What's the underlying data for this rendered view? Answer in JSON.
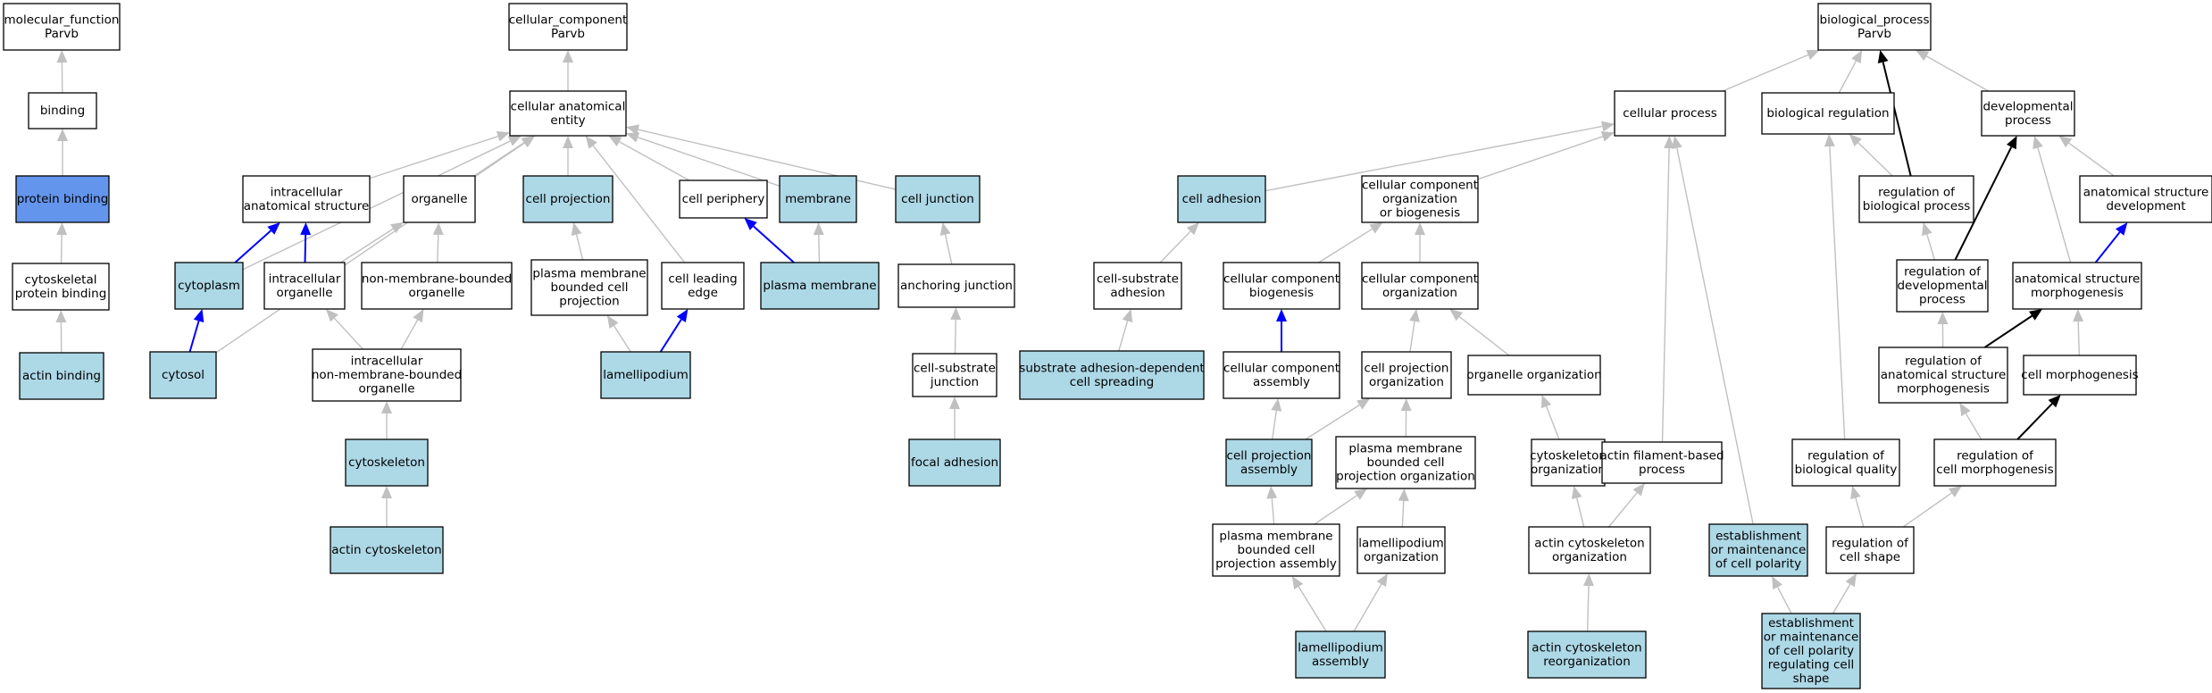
{
  "colors": {
    "edge_gray": "#c0c0c0",
    "edge_blue": "#0000ff",
    "edge_black": "#000000",
    "fill_plain": "#ffffff",
    "fill_light": "#add8e6",
    "fill_highlight": "#6495ed",
    "stroke": "#000000"
  },
  "nodes": [
    {
      "id": "mf_root",
      "lines": [
        "molecular_function",
        "Parvb"
      ],
      "fill": "plain"
    },
    {
      "id": "binding",
      "lines": [
        "binding"
      ],
      "fill": "plain"
    },
    {
      "id": "protein_binding",
      "lines": [
        "protein binding"
      ],
      "fill": "highlight"
    },
    {
      "id": "cytoskeletal_protein_binding",
      "lines": [
        "cytoskeletal",
        "protein binding"
      ],
      "fill": "plain"
    },
    {
      "id": "actin_binding",
      "lines": [
        "actin binding"
      ],
      "fill": "light"
    },
    {
      "id": "cc_root",
      "lines": [
        "cellular_component",
        "Parvb"
      ],
      "fill": "plain"
    },
    {
      "id": "cellular_anatomical_entity",
      "lines": [
        "cellular anatomical",
        "entity"
      ],
      "fill": "plain"
    },
    {
      "id": "intracellular_anatomical_structure",
      "lines": [
        "intracellular",
        "anatomical structure"
      ],
      "fill": "plain"
    },
    {
      "id": "organelle",
      "lines": [
        "organelle"
      ],
      "fill": "plain"
    },
    {
      "id": "cell_projection",
      "lines": [
        "cell projection"
      ],
      "fill": "light"
    },
    {
      "id": "cell_periphery",
      "lines": [
        "cell periphery"
      ],
      "fill": "plain"
    },
    {
      "id": "membrane",
      "lines": [
        "membrane"
      ],
      "fill": "light"
    },
    {
      "id": "cell_junction",
      "lines": [
        "cell junction"
      ],
      "fill": "light"
    },
    {
      "id": "cytoplasm",
      "lines": [
        "cytoplasm"
      ],
      "fill": "light"
    },
    {
      "id": "intracellular_organelle",
      "lines": [
        "intracellular",
        "organelle"
      ],
      "fill": "plain"
    },
    {
      "id": "non_membrane_bounded_organelle",
      "lines": [
        "non-membrane-bounded",
        "organelle"
      ],
      "fill": "plain"
    },
    {
      "id": "pm_bounded_cell_projection",
      "lines": [
        "plasma membrane",
        "bounded cell",
        "projection"
      ],
      "fill": "plain"
    },
    {
      "id": "cell_leading_edge",
      "lines": [
        "cell leading",
        "edge"
      ],
      "fill": "plain"
    },
    {
      "id": "plasma_membrane",
      "lines": [
        "plasma membrane"
      ],
      "fill": "light"
    },
    {
      "id": "anchoring_junction",
      "lines": [
        "anchoring junction"
      ],
      "fill": "plain"
    },
    {
      "id": "cytosol",
      "lines": [
        "cytosol"
      ],
      "fill": "light"
    },
    {
      "id": "intracellular_nmb_organelle",
      "lines": [
        "intracellular",
        "non-membrane-bounded",
        "organelle"
      ],
      "fill": "plain"
    },
    {
      "id": "lamellipodium",
      "lines": [
        "lamellipodium"
      ],
      "fill": "light"
    },
    {
      "id": "cell_substrate_junction",
      "lines": [
        "cell-substrate",
        "junction"
      ],
      "fill": "plain"
    },
    {
      "id": "cytoskeleton",
      "lines": [
        "cytoskeleton"
      ],
      "fill": "light"
    },
    {
      "id": "focal_adhesion",
      "lines": [
        "focal adhesion"
      ],
      "fill": "light"
    },
    {
      "id": "actin_cytoskeleton",
      "lines": [
        "actin cytoskeleton"
      ],
      "fill": "light"
    },
    {
      "id": "bp_root",
      "lines": [
        "biological_process",
        "Parvb"
      ],
      "fill": "plain"
    },
    {
      "id": "cellular_process",
      "lines": [
        "cellular process"
      ],
      "fill": "plain"
    },
    {
      "id": "biological_regulation",
      "lines": [
        "biological regulation"
      ],
      "fill": "plain"
    },
    {
      "id": "developmental_process",
      "lines": [
        "developmental",
        "process"
      ],
      "fill": "plain"
    },
    {
      "id": "cell_adhesion",
      "lines": [
        "cell adhesion"
      ],
      "fill": "light"
    },
    {
      "id": "cc_org_or_biogenesis",
      "lines": [
        "cellular component",
        "organization",
        "or biogenesis"
      ],
      "fill": "plain"
    },
    {
      "id": "reg_biological_process",
      "lines": [
        "regulation of",
        "biological process"
      ],
      "fill": "plain"
    },
    {
      "id": "anatomical_structure_development",
      "lines": [
        "anatomical structure",
        "development"
      ],
      "fill": "plain"
    },
    {
      "id": "cell_substrate_adhesion",
      "lines": [
        "cell-substrate",
        "adhesion"
      ],
      "fill": "plain"
    },
    {
      "id": "cc_biogenesis",
      "lines": [
        "cellular component",
        "biogenesis"
      ],
      "fill": "plain"
    },
    {
      "id": "cc_organization",
      "lines": [
        "cellular component",
        "organization"
      ],
      "fill": "plain"
    },
    {
      "id": "reg_developmental_process",
      "lines": [
        "regulation of",
        "developmental",
        "process"
      ],
      "fill": "plain"
    },
    {
      "id": "anatomical_structure_morphogenesis",
      "lines": [
        "anatomical structure",
        "morphogenesis"
      ],
      "fill": "plain"
    },
    {
      "id": "substrate_adhesion_dependent_spreading",
      "lines": [
        "substrate adhesion-dependent",
        "cell spreading"
      ],
      "fill": "light"
    },
    {
      "id": "cc_assembly",
      "lines": [
        "cellular component",
        "assembly"
      ],
      "fill": "plain"
    },
    {
      "id": "cell_projection_organization",
      "lines": [
        "cell projection",
        "organization"
      ],
      "fill": "plain"
    },
    {
      "id": "organelle_organization",
      "lines": [
        "organelle organization"
      ],
      "fill": "plain"
    },
    {
      "id": "reg_anatomical_structure_morphogenesis",
      "lines": [
        "regulation of",
        "anatomical structure",
        "morphogenesis"
      ],
      "fill": "plain"
    },
    {
      "id": "cell_morphogenesis",
      "lines": [
        "cell morphogenesis"
      ],
      "fill": "plain"
    },
    {
      "id": "cell_projection_assembly",
      "lines": [
        "cell projection",
        "assembly"
      ],
      "fill": "light"
    },
    {
      "id": "pm_bounded_cp_organization",
      "lines": [
        "plasma membrane",
        "bounded cell",
        "projection organization"
      ],
      "fill": "plain"
    },
    {
      "id": "cytoskeleton_organization",
      "lines": [
        "cytoskeleton",
        "organization"
      ],
      "fill": "plain"
    },
    {
      "id": "actin_filament_based_process",
      "lines": [
        "actin filament-based",
        "process"
      ],
      "fill": "plain"
    },
    {
      "id": "reg_biological_quality",
      "lines": [
        "regulation of",
        "biological quality"
      ],
      "fill": "plain"
    },
    {
      "id": "reg_cell_morphogenesis",
      "lines": [
        "regulation of",
        "cell morphogenesis"
      ],
      "fill": "plain"
    },
    {
      "id": "pm_bounded_cp_assembly",
      "lines": [
        "plasma membrane",
        "bounded cell",
        "projection assembly"
      ],
      "fill": "plain"
    },
    {
      "id": "lamellipodium_organization",
      "lines": [
        "lamellipodium",
        "organization"
      ],
      "fill": "plain"
    },
    {
      "id": "actin_cytoskeleton_organization",
      "lines": [
        "actin cytoskeleton",
        "organization"
      ],
      "fill": "plain"
    },
    {
      "id": "est_cell_polarity",
      "lines": [
        "establishment",
        "or maintenance",
        "of cell polarity"
      ],
      "fill": "light"
    },
    {
      "id": "reg_cell_shape",
      "lines": [
        "regulation of",
        "cell shape"
      ],
      "fill": "plain"
    },
    {
      "id": "lamellipodium_assembly",
      "lines": [
        "lamellipodium",
        "assembly"
      ],
      "fill": "light"
    },
    {
      "id": "actin_cytoskeleton_reorganization",
      "lines": [
        "actin cytoskeleton",
        "reorganization"
      ],
      "fill": "light"
    },
    {
      "id": "est_cell_polarity_shape",
      "lines": [
        "establishment",
        "or maintenance",
        "of cell polarity",
        "regulating cell",
        "shape"
      ],
      "fill": "light"
    }
  ],
  "edges": [
    {
      "from": "binding",
      "to": "mf_root",
      "color": "gray"
    },
    {
      "from": "protein_binding",
      "to": "binding",
      "color": "gray"
    },
    {
      "from": "cytoskeletal_protein_binding",
      "to": "protein_binding",
      "color": "gray"
    },
    {
      "from": "actin_binding",
      "to": "cytoskeletal_protein_binding",
      "color": "gray"
    },
    {
      "from": "cellular_anatomical_entity",
      "to": "cc_root",
      "color": "gray"
    },
    {
      "from": "intracellular_anatomical_structure",
      "to": "cellular_anatomical_entity",
      "color": "gray"
    },
    {
      "from": "organelle",
      "to": "cellular_anatomical_entity",
      "color": "gray"
    },
    {
      "from": "cell_projection",
      "to": "cellular_anatomical_entity",
      "color": "gray"
    },
    {
      "from": "cell_periphery",
      "to": "cellular_anatomical_entity",
      "color": "gray"
    },
    {
      "from": "membrane",
      "to": "cellular_anatomical_entity",
      "color": "gray"
    },
    {
      "from": "cell_junction",
      "to": "cellular_anatomical_entity",
      "color": "gray"
    },
    {
      "from": "cytoplasm",
      "to": "cellular_anatomical_entity",
      "color": "gray"
    },
    {
      "from": "cytosol",
      "to": "cellular_anatomical_entity",
      "color": "gray"
    },
    {
      "from": "cell_leading_edge",
      "to": "cellular_anatomical_entity",
      "color": "gray"
    },
    {
      "from": "cytoplasm",
      "to": "intracellular_anatomical_structure",
      "color": "blue"
    },
    {
      "from": "intracellular_organelle",
      "to": "intracellular_anatomical_structure",
      "color": "blue"
    },
    {
      "from": "intracellular_organelle",
      "to": "organelle",
      "color": "gray"
    },
    {
      "from": "non_membrane_bounded_organelle",
      "to": "organelle",
      "color": "gray"
    },
    {
      "from": "pm_bounded_cell_projection",
      "to": "cell_projection",
      "color": "gray"
    },
    {
      "from": "plasma_membrane",
      "to": "cell_periphery",
      "color": "blue"
    },
    {
      "from": "plasma_membrane",
      "to": "membrane",
      "color": "gray"
    },
    {
      "from": "anchoring_junction",
      "to": "cell_junction",
      "color": "gray"
    },
    {
      "from": "cytosol",
      "to": "cytoplasm",
      "color": "blue"
    },
    {
      "from": "intracellular_nmb_organelle",
      "to": "intracellular_organelle",
      "color": "gray"
    },
    {
      "from": "intracellular_nmb_organelle",
      "to": "non_membrane_bounded_organelle",
      "color": "gray"
    },
    {
      "from": "lamellipodium",
      "to": "pm_bounded_cell_projection",
      "color": "gray"
    },
    {
      "from": "lamellipodium",
      "to": "cell_leading_edge",
      "color": "blue"
    },
    {
      "from": "cell_substrate_junction",
      "to": "anchoring_junction",
      "color": "gray"
    },
    {
      "from": "cytoskeleton",
      "to": "intracellular_nmb_organelle",
      "color": "gray"
    },
    {
      "from": "focal_adhesion",
      "to": "cell_substrate_junction",
      "color": "gray"
    },
    {
      "from": "actin_cytoskeleton",
      "to": "cytoskeleton",
      "color": "gray"
    },
    {
      "from": "cellular_process",
      "to": "bp_root",
      "color": "gray"
    },
    {
      "from": "biological_regulation",
      "to": "bp_root",
      "color": "gray"
    },
    {
      "from": "developmental_process",
      "to": "bp_root",
      "color": "gray"
    },
    {
      "from": "reg_biological_process",
      "to": "bp_root",
      "color": "black"
    },
    {
      "from": "cell_adhesion",
      "to": "cellular_process",
      "color": "gray"
    },
    {
      "from": "cc_org_or_biogenesis",
      "to": "cellular_process",
      "color": "gray"
    },
    {
      "from": "actin_filament_based_process",
      "to": "cellular_process",
      "color": "gray"
    },
    {
      "from": "est_cell_polarity",
      "to": "cellular_process",
      "color": "gray"
    },
    {
      "from": "reg_biological_process",
      "to": "biological_regulation",
      "color": "gray"
    },
    {
      "from": "reg_biological_quality",
      "to": "biological_regulation",
      "color": "gray"
    },
    {
      "from": "anatomical_structure_development",
      "to": "developmental_process",
      "color": "gray"
    },
    {
      "from": "reg_developmental_process",
      "to": "developmental_process",
      "color": "black"
    },
    {
      "from": "anatomical_structure_morphogenesis",
      "to": "developmental_process",
      "color": "gray"
    },
    {
      "from": "cell_substrate_adhesion",
      "to": "cell_adhesion",
      "color": "gray"
    },
    {
      "from": "cc_biogenesis",
      "to": "cc_org_or_biogenesis",
      "color": "gray"
    },
    {
      "from": "cc_organization",
      "to": "cc_org_or_biogenesis",
      "color": "gray"
    },
    {
      "from": "reg_developmental_process",
      "to": "reg_biological_process",
      "color": "gray"
    },
    {
      "from": "anatomical_structure_morphogenesis",
      "to": "anatomical_structure_development",
      "color": "blue"
    },
    {
      "from": "substrate_adhesion_dependent_spreading",
      "to": "cell_substrate_adhesion",
      "color": "gray"
    },
    {
      "from": "cc_assembly",
      "to": "cc_biogenesis",
      "color": "blue"
    },
    {
      "from": "cell_projection_organization",
      "to": "cc_organization",
      "color": "gray"
    },
    {
      "from": "organelle_organization",
      "to": "cc_organization",
      "color": "gray"
    },
    {
      "from": "reg_anatomical_structure_morphogenesis",
      "to": "reg_developmental_process",
      "color": "gray"
    },
    {
      "from": "reg_anatomical_structure_morphogenesis",
      "to": "anatomical_structure_morphogenesis",
      "color": "black"
    },
    {
      "from": "cell_morphogenesis",
      "to": "anatomical_structure_morphogenesis",
      "color": "gray"
    },
    {
      "from": "cell_projection_assembly",
      "to": "cc_assembly",
      "color": "gray"
    },
    {
      "from": "cell_projection_assembly",
      "to": "cell_projection_organization",
      "color": "gray"
    },
    {
      "from": "pm_bounded_cp_organization",
      "to": "cell_projection_organization",
      "color": "gray"
    },
    {
      "from": "cytoskeleton_organization",
      "to": "organelle_organization",
      "color": "gray"
    },
    {
      "from": "reg_cell_morphogenesis",
      "to": "reg_anatomical_structure_morphogenesis",
      "color": "gray"
    },
    {
      "from": "reg_cell_morphogenesis",
      "to": "cell_morphogenesis",
      "color": "black"
    },
    {
      "from": "pm_bounded_cp_assembly",
      "to": "cell_projection_assembly",
      "color": "gray"
    },
    {
      "from": "pm_bounded_cp_assembly",
      "to": "pm_bounded_cp_organization",
      "color": "gray"
    },
    {
      "from": "lamellipodium_organization",
      "to": "pm_bounded_cp_organization",
      "color": "gray"
    },
    {
      "from": "actin_cytoskeleton_organization",
      "to": "cytoskeleton_organization",
      "color": "gray"
    },
    {
      "from": "actin_cytoskeleton_organization",
      "to": "actin_filament_based_process",
      "color": "gray"
    },
    {
      "from": "reg_cell_shape",
      "to": "reg_biological_quality",
      "color": "gray"
    },
    {
      "from": "reg_cell_shape",
      "to": "reg_cell_morphogenesis",
      "color": "gray"
    },
    {
      "from": "lamellipodium_assembly",
      "to": "pm_bounded_cp_assembly",
      "color": "gray"
    },
    {
      "from": "lamellipodium_assembly",
      "to": "lamellipodium_organization",
      "color": "gray"
    },
    {
      "from": "actin_cytoskeleton_reorganization",
      "to": "actin_cytoskeleton_organization",
      "color": "gray"
    },
    {
      "from": "est_cell_polarity_shape",
      "to": "est_cell_polarity",
      "color": "gray"
    },
    {
      "from": "est_cell_polarity_shape",
      "to": "reg_cell_shape",
      "color": "gray"
    }
  ]
}
